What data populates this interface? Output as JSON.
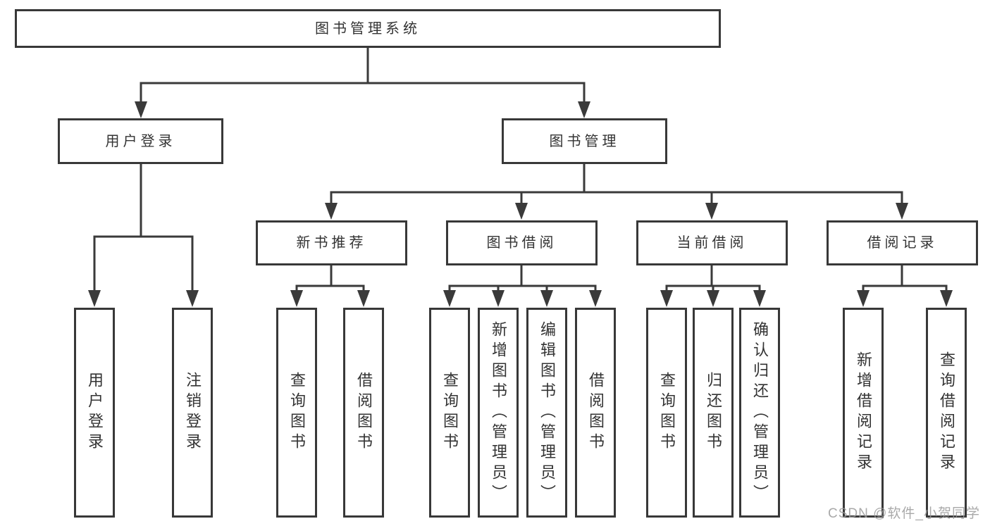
{
  "colors": {
    "background": "#ffffff",
    "line": "#3a3a3a",
    "box_border": "#383838",
    "text": "#333333",
    "watermark": "#9a9a9a"
  },
  "root": {
    "label": "图书管理系统"
  },
  "branches": {
    "user_login": {
      "label": "用户登录"
    },
    "book_management": {
      "label": "图书管理"
    }
  },
  "modules": {
    "new_books": {
      "label": "新书推荐"
    },
    "book_borrowing": {
      "label": "图书借阅"
    },
    "current_borrowing": {
      "label": "当前借阅"
    },
    "borrow_records": {
      "label": "借阅记录"
    }
  },
  "leaves": {
    "login": [
      "用户登录",
      "注销登录"
    ],
    "new_books": [
      "查询图书",
      "借阅图书"
    ],
    "book_borrowing": [
      "查询图书",
      "新增图书（管理员）",
      "编辑图书（管理员）",
      "借阅图书"
    ],
    "current_borrowing": [
      "查询图书",
      "归还图书",
      "确认归还（管理员）"
    ],
    "borrow_records": [
      "新增借阅记录",
      "查询借阅记录"
    ]
  },
  "watermark": {
    "text": "CSDN @软件_小贺同学"
  }
}
